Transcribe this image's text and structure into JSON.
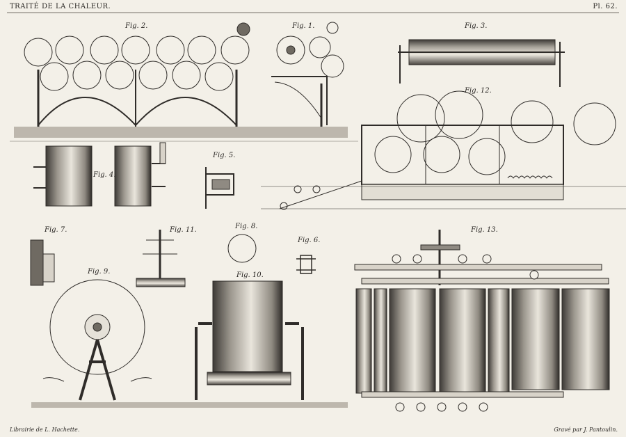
{
  "header": {
    "title": "TRAITÉ DE LA CHALEUR.",
    "plate": "Pl. 62."
  },
  "footer": {
    "publisher": "Librairie de L. Hachette.",
    "engraver": "Gravé par J. Pantoulin."
  },
  "figures": {
    "fig1": "Fig. 1.",
    "fig2": "Fig. 2.",
    "fig3": "Fig. 3.",
    "fig4": "Fig. 4.",
    "fig5": "Fig. 5.",
    "fig6": "Fig. 6.",
    "fig7": "Fig. 7.",
    "fig8": "Fig. 8.",
    "fig9": "Fig. 9.",
    "fig10": "Fig. 10.",
    "fig11": "Fig. 11.",
    "fig12": "Fig. 12.",
    "fig13": "Fig. 13."
  }
}
